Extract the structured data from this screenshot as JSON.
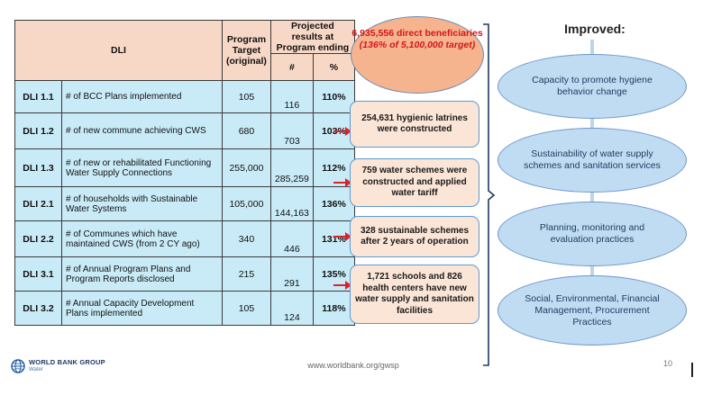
{
  "table": {
    "header_dli": "DLI",
    "header_target": "Program Target (original)",
    "header_projected": "Projected results at Program ending",
    "header_num": "#",
    "header_pct": "%",
    "rows": [
      {
        "id": "DLI 1.1",
        "desc": "# of BCC Plans implemented",
        "target": "105",
        "projected": "116",
        "pct": "110%"
      },
      {
        "id": "DLI 1.2",
        "desc": "# of new commune achieving CWS",
        "target": "680",
        "projected": "703",
        "pct": "103%"
      },
      {
        "id": "DLI 1.3",
        "desc": "# of new or rehabilitated Functioning Water Supply Connections",
        "target": "255,000",
        "projected": "285,259",
        "pct": "112%"
      },
      {
        "id": "DLI 2.1",
        "desc": "# of households with Sustainable Water Systems",
        "target": "105,000",
        "projected": "144,163",
        "pct": "136%"
      },
      {
        "id": "DLI 2.2",
        "desc": "# of Communes which have maintained CWS (from 2 CY ago)",
        "target": "340",
        "projected": "446",
        "pct": "131%"
      },
      {
        "id": "DLI 3.1",
        "desc": "# of Annual Program Plans and Program Reports disclosed",
        "target": "215",
        "projected": "291",
        "pct": "135%"
      },
      {
        "id": "DLI 3.2",
        "desc": "# Annual Capacity Development Plans implemented",
        "target": "105",
        "projected": "124",
        "pct": "118%"
      }
    ]
  },
  "beneficiaries": {
    "main": "6,935,556 direct beneficiaries",
    "sub": "(136% of 5,100,000 target)",
    "fill_color": "#f6b48e",
    "text_color": "#d3161b"
  },
  "results": [
    "254,631 hygienic latrines were constructed",
    "759 water schemes were constructed and applied water tariff",
    "328 sustainable schemes after 2 years of operation",
    "1,721 schools and 826 health centers have new water supply and sanitation facilities"
  ],
  "improved": {
    "title": "Improved:",
    "items": [
      "Capacity to promote hygiene behavior change",
      "Sustainability of water supply schemes and sanitation services",
      "Planning, monitoring and evaluation practices",
      "Social, Environmental, Financial Management, Procurement Practices"
    ]
  },
  "footer": {
    "logo_name": "WORLD BANK GROUP",
    "logo_sub": "Water",
    "url": "www.worldbank.org/gwsp",
    "page_number": "10"
  }
}
